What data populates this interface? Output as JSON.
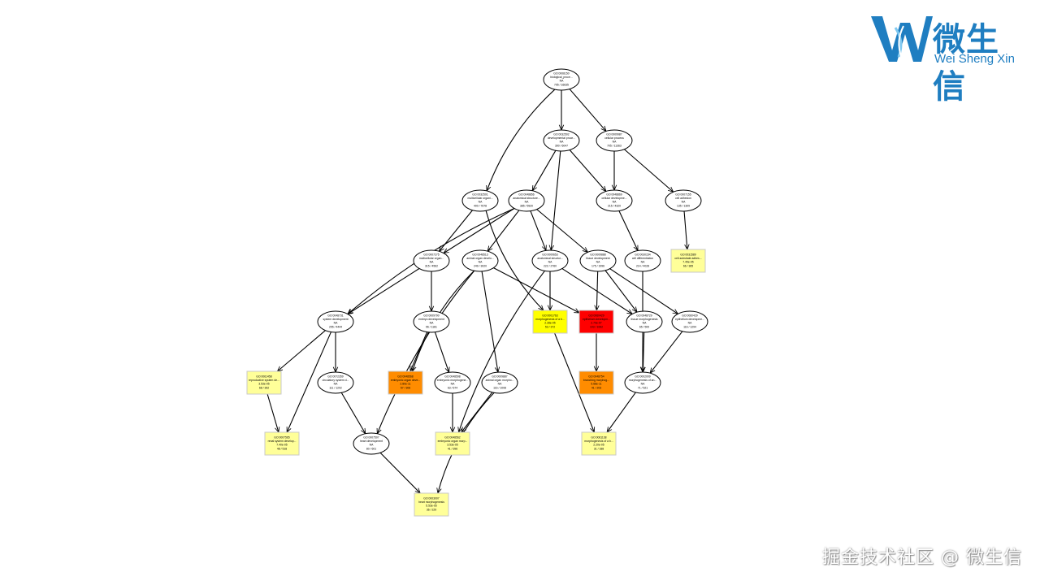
{
  "logo": {
    "cn": "微生信",
    "en": "Wei Sheng Xin",
    "color": "#1f7ec1"
  },
  "watermark": "掘金技术社区 @ 微生信",
  "colors": {
    "sig_high": "#ff0000",
    "sig_mid": "#ff8c00",
    "sig_low1": "#ffff00",
    "sig_low2": "#ffff99",
    "none": "#ffffff"
  },
  "graph": {
    "nodes": [
      {
        "id": "n1",
        "shape": "ellipse",
        "fill": "none",
        "lines": [
          "GO:0008150",
          "biological_proce...",
          "NA",
          "795 / 16635"
        ]
      },
      {
        "id": "n2",
        "shape": "ellipse",
        "fill": "none",
        "lines": [
          "GO:0032502",
          "developmental proce...",
          "NA",
          "390 / 6047"
        ]
      },
      {
        "id": "n3",
        "shape": "ellipse",
        "fill": "none",
        "lines": [
          "GO:0009987",
          "cellular process",
          "NA",
          "705 / 11363"
        ]
      },
      {
        "id": "n4",
        "shape": "ellipse",
        "fill": "none",
        "lines": [
          "GO:0032501",
          "multicellular organi...",
          "NA",
          "400 / 7678"
        ]
      },
      {
        "id": "n5",
        "shape": "ellipse",
        "fill": "none",
        "lines": [
          "GO:0048856",
          "anatomical structure...",
          "NA",
          "385 / 5920"
        ]
      },
      {
        "id": "n6",
        "shape": "ellipse",
        "fill": "none",
        "lines": [
          "GO:0048869",
          "cellular developme...",
          "NA",
          "215 / 4320"
        ]
      },
      {
        "id": "n7",
        "shape": "ellipse",
        "fill": "none",
        "lines": [
          "GO:0007155",
          "cell adhesion",
          "NA",
          "135 / 1309"
        ]
      },
      {
        "id": "n8",
        "shape": "ellipse",
        "fill": "none",
        "lines": [
          "GO:0007275",
          "multicellular organ...",
          "NA",
          "315 / 4562"
        ]
      },
      {
        "id": "n9",
        "shape": "ellipse",
        "fill": "none",
        "lines": [
          "GO:0048513",
          "animal organ develo...",
          "NA",
          "249 / 3020"
        ]
      },
      {
        "id": "n10",
        "shape": "ellipse",
        "fill": "none",
        "lines": [
          "GO:0009653",
          "anatomical structur...",
          "NA",
          "222 / 2760"
        ]
      },
      {
        "id": "n11",
        "shape": "ellipse",
        "fill": "none",
        "lines": [
          "GO:0009888",
          "tissue development",
          "NA",
          "175 / 1996"
        ]
      },
      {
        "id": "n12",
        "shape": "ellipse",
        "fill": "none",
        "lines": [
          "GO:0030154",
          "cell differentiation",
          "NA",
          "214 / 4028"
        ]
      },
      {
        "id": "n13",
        "shape": "rect",
        "fill": "sig_low2",
        "lines": [
          "GO:0031589",
          "cell-substrate adhes...",
          "7.49e-05",
          "66 / 365"
        ]
      },
      {
        "id": "n14",
        "shape": "ellipse",
        "fill": "none",
        "lines": [
          "GO:0048731",
          "system development",
          "NA",
          "255 / 4444"
        ]
      },
      {
        "id": "n15",
        "shape": "ellipse",
        "fill": "none",
        "lines": [
          "GO:0009790",
          "embryo development",
          "NA",
          "96 / 1181"
        ]
      },
      {
        "id": "n16",
        "shape": "rect",
        "fill": "sig_low1",
        "lines": [
          "GO:0001763",
          "morphogenesis of a b...",
          "2.28e-05",
          "53 / 372"
        ]
      },
      {
        "id": "n17",
        "shape": "rect",
        "fill": "sig_high",
        "lines": [
          "GO:0060429",
          "epithelium developm...",
          "2.70e-07",
          "103 / 1062"
        ]
      },
      {
        "id": "n18",
        "shape": "ellipse",
        "fill": "none",
        "lines": [
          "GO:0048729",
          "tissue morphogenesis",
          "NA",
          "65 / 500"
        ]
      },
      {
        "id": "n19",
        "shape": "ellipse",
        "fill": "none",
        "lines": [
          "GO:0060429",
          "epithelium developme...",
          "NA",
          "116 / 1294"
        ]
      },
      {
        "id": "n20",
        "shape": "rect",
        "fill": "sig_low2",
        "lines": [
          "GO:0061458",
          "reproductive system de...",
          "3.53e-05",
          "68 / 392"
        ]
      },
      {
        "id": "n21",
        "shape": "ellipse",
        "fill": "none",
        "lines": [
          "GO:0072359",
          "circulatory system d...",
          "NA",
          "111 / 1202"
        ]
      },
      {
        "id": "n22",
        "shape": "rect",
        "fill": "sig_mid",
        "lines": [
          "GO:0048568",
          "embryonic organ deve...",
          "2.80e-11",
          "57 / 306"
        ]
      },
      {
        "id": "n23",
        "shape": "ellipse",
        "fill": "none",
        "lines": [
          "GO:0048598",
          "embryonic morphogene...",
          "NA",
          "63 / 674"
        ]
      },
      {
        "id": "n24",
        "shape": "ellipse",
        "fill": "none",
        "lines": [
          "GO:0009887",
          "animal organ morpho...",
          "NA",
          "116 / 1008"
        ]
      },
      {
        "id": "n25",
        "shape": "rect",
        "fill": "sig_mid",
        "lines": [
          "GO:0048754",
          "branching morphog...",
          "5.68e-11",
          "41 / 203"
        ]
      },
      {
        "id": "n26",
        "shape": "ellipse",
        "fill": "none",
        "lines": [
          "GO:0002009",
          "morphogenesis of an...",
          "NA",
          "71 / 521"
        ]
      },
      {
        "id": "n27",
        "shape": "rect",
        "fill": "sig_low2",
        "lines": [
          "GO:0007565",
          "renal system develop...",
          "7.40e-05",
          "48 / 518"
        ]
      },
      {
        "id": "n28",
        "shape": "ellipse",
        "fill": "none",
        "lines": [
          "GO:0007507",
          "heart development",
          "NA",
          "80 / 601"
        ]
      },
      {
        "id": "n29",
        "shape": "rect",
        "fill": "sig_low2",
        "lines": [
          "GO:0048562",
          "embryonic organ morp...",
          "3.53e-05",
          "41 / 396"
        ]
      },
      {
        "id": "n30",
        "shape": "rect",
        "fill": "sig_low2",
        "lines": [
          "GO:0061138",
          "morphogenesis of a b...",
          "2.20e-05",
          "31 / 188"
        ]
      },
      {
        "id": "n31",
        "shape": "rect",
        "fill": "sig_low2",
        "lines": [
          "GO:0003007",
          "heart morphogenesis",
          "5.53e-05",
          "36 / 229"
        ]
      }
    ]
  }
}
